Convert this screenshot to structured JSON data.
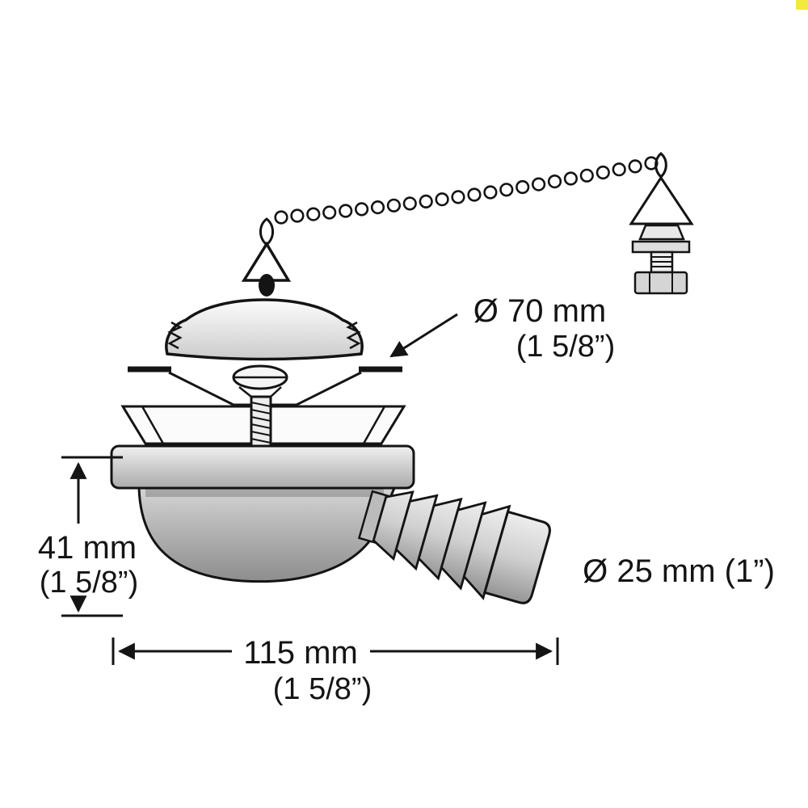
{
  "page": {
    "background": "#ffffff"
  },
  "marker": {
    "color": "#f2ea3d"
  },
  "diagram": {
    "line_color": "#141414",
    "labels": {
      "flange_diameter": {
        "value": "Ø 70 mm",
        "imperial": "(1 5/8”)"
      },
      "body_height": {
        "value": "41 mm",
        "imperial": "(1 5/8”)"
      },
      "outlet_diameter": {
        "value": "Ø 25 mm (1”)"
      },
      "overall_width": {
        "value": "115 mm",
        "imperial": "(1 5/8”)"
      }
    },
    "chain": {
      "bead_count": 24
    }
  }
}
